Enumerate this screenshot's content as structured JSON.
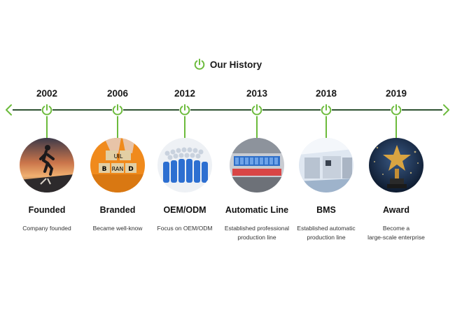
{
  "header": {
    "title": "Our History",
    "icon": "power-icon"
  },
  "colors": {
    "accent": "#6cbb3c",
    "line": "#2f5233"
  },
  "nav": {
    "prev_icon": "chevron-left-icon",
    "next_icon": "chevron-right-icon"
  },
  "events": [
    {
      "year": "2002",
      "label": "Founded",
      "desc": "Company founded",
      "image": "runner-sunset-image"
    },
    {
      "year": "2006",
      "label": "Branded",
      "desc": "Became well-know",
      "image": "build-brand-blocks-image",
      "blocks": [
        "UIL",
        "B",
        "RAN",
        "D"
      ]
    },
    {
      "year": "2012",
      "label": "OEM/ODM",
      "desc": "Focus on OEM/ODM",
      "image": "battery-cells-image"
    },
    {
      "year": "2013",
      "label": "Automatic Line",
      "desc": "Established professional\nproduction line",
      "image": "battery-production-image"
    },
    {
      "year": "2018",
      "label": "BMS",
      "desc": "Established automatic\nproduction line",
      "image": "factory-lab-image"
    },
    {
      "year": "2019",
      "label": "Award",
      "desc": "Become a\nlarge-scale enterprise",
      "image": "star-trophy-image"
    }
  ]
}
